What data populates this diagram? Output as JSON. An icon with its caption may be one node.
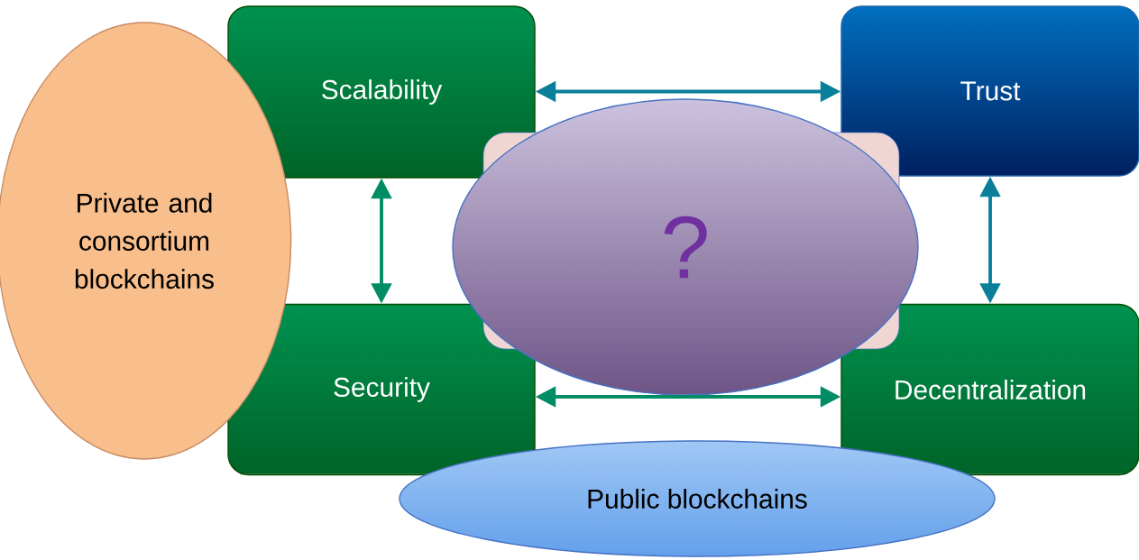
{
  "diagram": {
    "nodes": [
      {
        "text": [
          "Scalability"
        ]
      },
      {
        "text": [
          "Trust"
        ]
      },
      {
        "text": [
          "Private and consortium blockchains"
        ]
      },
      {
        "text": [
          "Security"
        ]
      },
      {
        "text": [
          "Decentralization"
        ]
      },
      {
        "text": [
          "?"
        ]
      },
      {
        "text": [
          "Public blockchains"
        ]
      }
    ],
    "edges": [
      {
        "from": 0,
        "to": 1,
        "arrow": "both",
        "color": "#0a7f9a"
      },
      {
        "from": 0,
        "to": 3,
        "arrow": "both"
      },
      {
        "from": 1,
        "to": 4,
        "arrow": "both",
        "color": "#0a7f9a"
      },
      {
        "from": 3,
        "to": 4,
        "arrow": "both"
      }
    ]
  }
}
